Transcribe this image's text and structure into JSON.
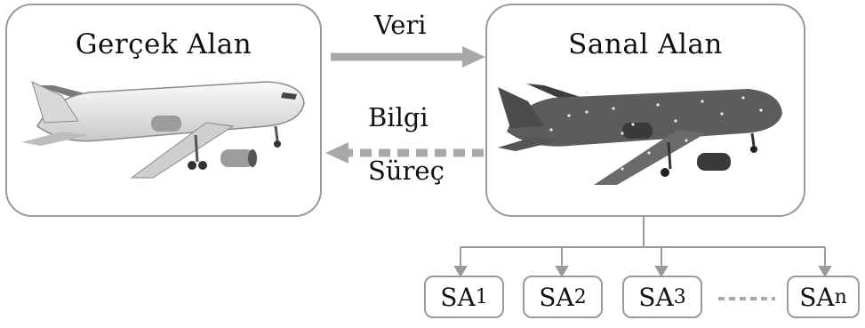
{
  "real_space": {
    "title": "Gerçek Alan",
    "image": "airplane-photo"
  },
  "virtual_space": {
    "title": "Sanal Alan",
    "image": "airplane-digital-model"
  },
  "arrows": {
    "data_label": "Veri",
    "info_label": "Bilgi",
    "process_label": "Süreç"
  },
  "sub_spaces": [
    {
      "prefix": "SA",
      "index": "1"
    },
    {
      "prefix": "SA",
      "index": "2"
    },
    {
      "prefix": "SA",
      "index": "3"
    },
    {
      "prefix": "SA",
      "index": "n"
    }
  ],
  "colors": {
    "border": "#9a9a9a",
    "arrow": "#a8a8a8",
    "photo_plane": "#e9e9e9",
    "model_plane": "#5c5c5c"
  }
}
